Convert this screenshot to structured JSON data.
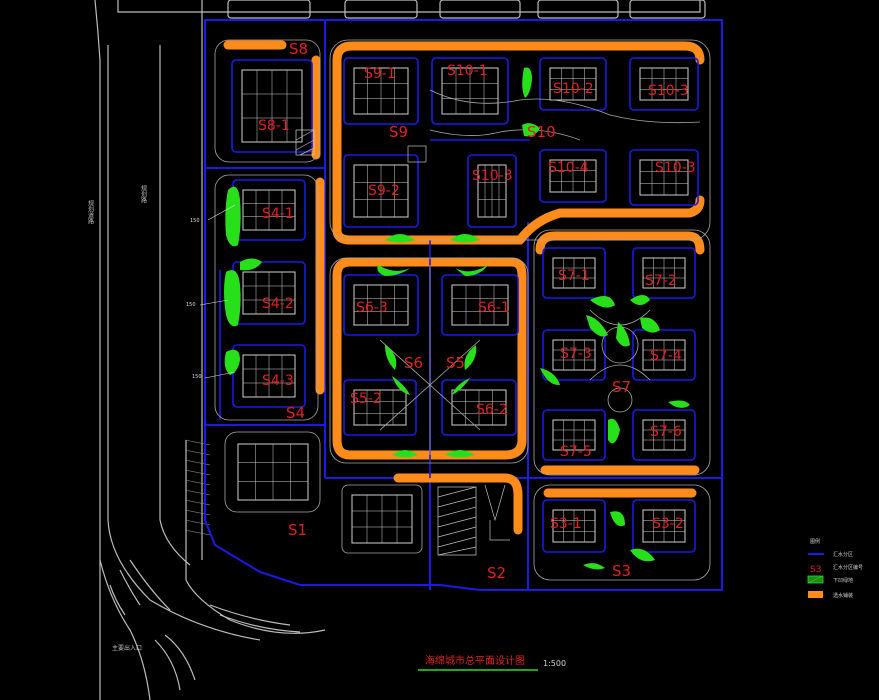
{
  "title": "海绵城市总平面设计图",
  "scale": "1:500",
  "road_labels": [
    "规划道路",
    "规划路",
    "主要出入口"
  ],
  "zone_labels": {
    "s1": "S1",
    "s2": "S2",
    "s3": "S3",
    "s4": "S4",
    "s5": "S5",
    "s6": "S6",
    "s7": "S7",
    "s8": "S8",
    "s9": "S9",
    "s10": "S10"
  },
  "block_labels": [
    "S9-1",
    "S10-1",
    "S10-2",
    "S10-3",
    "S9-2",
    "S10-3",
    "S10-4",
    "S10-3",
    "S8-1",
    "S4-1",
    "S4-2",
    "S4-3",
    "S6-3",
    "S6-1",
    "S5-2",
    "S6-2",
    "S7-1",
    "S7-2",
    "S7-3",
    "S7-4",
    "S7-5",
    "S7-6",
    "S3-1",
    "S3-2"
  ],
  "legend": {
    "heading": "图例",
    "items": [
      {
        "label": "汇水分区",
        "symbol": "blue-line"
      },
      {
        "label": "汇水分区编号",
        "symbol": "red-text",
        "sample": "S3"
      },
      {
        "label": "下凹绿地",
        "symbol": "green-box"
      },
      {
        "label": "透水铺装",
        "symbol": "orange-box"
      }
    ]
  },
  "colors": {
    "background": "#000000",
    "boundary": "#1a1ae6",
    "permeable": "#ff8c1a",
    "bioretention": "#27e01a",
    "label": "#e0201c",
    "linework": "#c8c8c8"
  }
}
